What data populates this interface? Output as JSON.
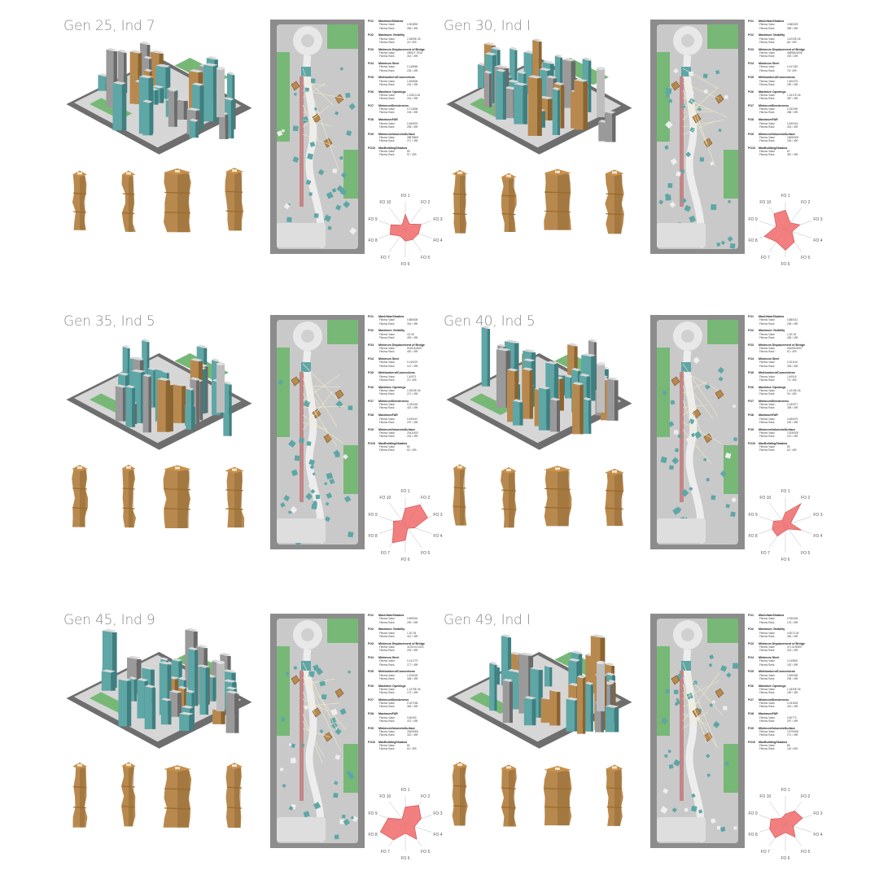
{
  "panels": [
    {
      "title": "Gen 25, Ind 7",
      "fitness": [
        {
          "id": "FO1",
          "name": "MaximumShadow",
          "value": "0.903893",
          "rank": "265 / 499"
        },
        {
          "id": "FO2",
          "name": "Maximum Visibility",
          "value": "2.2890E-06",
          "rank": "24 / 499"
        },
        {
          "id": "FO3",
          "name": "Minimum Displacement of Bridge",
          "value": "499627.7E06",
          "rank": "302 / 499"
        },
        {
          "id": "FO4",
          "name": "Minimum Steel",
          "value": "0.148965",
          "rank": "233 / 499"
        },
        {
          "id": "FO5",
          "name": "MinNumberofConnections",
          "value": "1.605606",
          "rank": "204 / 499"
        },
        {
          "id": "FO6",
          "name": "Maximize Openings",
          "value": "1.22813-06",
          "rank": "216 / 499"
        },
        {
          "id": "FO7",
          "name": "MinimumSlenderness",
          "value": "0.714836",
          "rank": "153 / 499"
        },
        {
          "id": "FO8",
          "name": "MaximumFAR",
          "value": "0.450876",
          "rank": "295 / 499"
        },
        {
          "id": "FO9",
          "name": "MinimumVolumetoSurface",
          "value": "28878800",
          "rank": "271 / 499"
        },
        {
          "id": "FO10",
          "name": "MaxBuildingShadow",
          "value": "69",
          "rank": "97 / 499"
        }
      ],
      "radar": [
        0.55,
        0.25,
        0.6,
        0.5,
        0.45,
        0.42,
        0.3,
        0.58,
        0.55,
        0.2
      ]
    },
    {
      "title": "Gen 30, Ind I",
      "fitness": [
        {
          "id": "FO1",
          "name": "MaxUrbanShadow",
          "value": "0.880029",
          "rank": "389 / 499"
        },
        {
          "id": "FO2",
          "name": "Maximum Visibility",
          "value": "3.4229E-06",
          "rank": "66 / 499"
        },
        {
          "id": "FO3",
          "name": "Minimum Displacement of Bridge",
          "value": "468556.6095",
          "rank": "292 / 499"
        },
        {
          "id": "FO4",
          "name": "Minimum Steel",
          "value": "0.147262",
          "rank": "78 / 499"
        },
        {
          "id": "FO5",
          "name": "MinNumberofConnections",
          "value": "1.600276",
          "rank": "290 / 499"
        },
        {
          "id": "FO6",
          "name": "Maximize Openings",
          "value": "1.1617E-06",
          "rank": "387 / 499"
        },
        {
          "id": "FO7",
          "name": "MinimumSlenderness",
          "value": "0.332390",
          "rank": "288 / 499"
        },
        {
          "id": "FO8",
          "name": "MaximumFAR",
          "value": "0.490024",
          "rank": "403 / 499"
        },
        {
          "id": "FO9",
          "name": "MinimumVolumetoSurface",
          "value": "16590000",
          "rank": "163 / 499"
        },
        {
          "id": "FO10",
          "name": "MaxBuildingShadow",
          "value": "87",
          "rank": "387 / 499"
        }
      ],
      "radar": [
        0.7,
        0.3,
        0.55,
        0.25,
        0.55,
        0.75,
        0.55,
        0.8,
        0.35,
        0.7
      ]
    },
    {
      "title": "Gen 35, Ind 5",
      "fitness": [
        {
          "id": "FO1",
          "name": "MaxUrbanShadow",
          "value": "0.880605",
          "rank": "316 / 499"
        },
        {
          "id": "FO2",
          "name": "Maximum Visibility",
          "value": "1E-05",
          "rank": "490 / 499"
        },
        {
          "id": "FO3",
          "name": "Minimum Displacement of Bridge",
          "value": "513516.6557",
          "rank": "490 / 499"
        },
        {
          "id": "FO4",
          "name": "Minimum Steel",
          "value": "0.145222",
          "rank": "147 / 499"
        },
        {
          "id": "FO5",
          "name": "MinNumberofConnections",
          "value": "1.40971",
          "rank": "22 / 499"
        },
        {
          "id": "FO6",
          "name": "Maximize Openings",
          "value": "1.0920E-06",
          "rank": "271 / 499"
        },
        {
          "id": "FO7",
          "name": "MinimumSlenderness",
          "value": "0.320049",
          "rank": "415 / 499"
        },
        {
          "id": "FO8",
          "name": "MaximumFAR",
          "value": "0.490047",
          "rank": "237 / 499"
        },
        {
          "id": "FO9",
          "name": "MinimumVolumetoSurface",
          "value": "20411400",
          "rank": "216 / 499"
        },
        {
          "id": "FO10",
          "name": "MaxBuildingShadow",
          "value": "83",
          "rank": "62 / 499"
        }
      ],
      "radar": [
        0.6,
        0.9,
        0.85,
        0.35,
        0.15,
        0.55,
        0.8,
        0.45,
        0.45,
        0.2
      ]
    },
    {
      "title": "Gen 40, Ind 5",
      "fitness": [
        {
          "id": "FO1",
          "name": "MaxUrbanShadow",
          "value": "0.880012",
          "rank": "236 / 499"
        },
        {
          "id": "FO2",
          "name": "Maximum Visibility",
          "value": "1.0E-05",
          "rank": "495 / 499"
        },
        {
          "id": "FO3",
          "name": "Minimum Displacement of Bridge",
          "value": "534055.6957",
          "rank": "91 / 499"
        },
        {
          "id": "FO4",
          "name": "Minimum Steel",
          "value": "0.151116",
          "rank": "305 / 499"
        },
        {
          "id": "FO5",
          "name": "MinNumberofConnections",
          "value": "1.40915",
          "rank": "73 / 499"
        },
        {
          "id": "FO6",
          "name": "Maximize Openings",
          "value": "1.1913E-06",
          "rank": "93 / 499"
        },
        {
          "id": "FO7",
          "name": "MinimumSlenderness",
          "value": "0.330977",
          "rank": "258 / 499"
        },
        {
          "id": "FO8",
          "name": "MaximumFAR",
          "value": "0.480679",
          "rank": "252 / 499"
        },
        {
          "id": "FO9",
          "name": "MinimumVolumetoSurface",
          "value": "17830000",
          "rank": "221 / 499"
        },
        {
          "id": "FO10",
          "name": "MaxBuildingShadow",
          "value": "83",
          "rank": "62 / 499"
        }
      ],
      "radar": [
        0.45,
        0.95,
        0.2,
        0.6,
        0.18,
        0.2,
        0.5,
        0.5,
        0.45,
        0.2
      ]
    },
    {
      "title": "Gen 45, Ind 9",
      "fitness": [
        {
          "id": "FO1",
          "name": "MaxUrbanShadow",
          "value": "0.899924",
          "rank": "290 / 499"
        },
        {
          "id": "FO2",
          "name": "Maximum Visibility",
          "value": "1.1E-05",
          "rank": "412 / 499"
        },
        {
          "id": "FO3",
          "name": "Minimum Displacement of Bridge",
          "value": "347814.01415",
          "rank": "292 / 499"
        },
        {
          "id": "FO4",
          "name": "Minimum Steel",
          "value": "0.141773",
          "rank": "177 / 499"
        },
        {
          "id": "FO5",
          "name": "MinNumberofConnections",
          "value": "1.515226",
          "rank": "348 / 499"
        },
        {
          "id": "FO6",
          "name": "Maximize Openings",
          "value": "1.1375E-06",
          "rank": "172 / 499"
        },
        {
          "id": "FO7",
          "name": "MinimumSlenderness",
          "value": "0.327155",
          "rank": "365 / 499"
        },
        {
          "id": "FO8",
          "name": "MaximumFAR",
          "value": "0.50453",
          "rank": "472 / 499"
        },
        {
          "id": "FO9",
          "name": "MinimumVolumetoSurface",
          "value": "25205300",
          "rank": "322 / 499"
        },
        {
          "id": "FO10",
          "name": "MaxBuildingShadow",
          "value": "82",
          "rank": "62 / 499"
        }
      ],
      "radar": [
        0.6,
        0.82,
        0.6,
        0.35,
        0.7,
        0.35,
        0.73,
        0.95,
        0.65,
        0.2
      ]
    },
    {
      "title": "Gen 49, Ind I",
      "fitness": [
        {
          "id": "FO1",
          "name": "MaxUrbanShadow",
          "value": "0.930006",
          "rank": "176 / 499"
        },
        {
          "id": "FO2",
          "name": "Maximum Visibility",
          "value": "4.5072-06",
          "rank": "284 / 499"
        },
        {
          "id": "FO3",
          "name": "Minimum Displacement of Bridge",
          "value": "471.6190897",
          "rank": "323 / 499"
        },
        {
          "id": "FO4",
          "name": "Minimum Steel",
          "value": "0.145802",
          "rank": "152 / 499"
        },
        {
          "id": "FO5",
          "name": "MinNumberofConnections",
          "value": "1.509406",
          "rank": "296 / 499"
        },
        {
          "id": "FO6",
          "name": "Maximize Openings",
          "value": "1.1826E-06",
          "rank": "159 / 499"
        },
        {
          "id": "FO7",
          "name": "MinimumSlenderness",
          "value": "0.331525",
          "rank": "316 / 499"
        },
        {
          "id": "FO8",
          "name": "MaximumFAR",
          "value": "0.50773",
          "rank": "297 / 499"
        },
        {
          "id": "FO9",
          "name": "MinimumVolumetoSurface",
          "value": "19700000",
          "rank": "271 / 499"
        },
        {
          "id": "FO10",
          "name": "MaxBuildingShadow",
          "value": "86",
          "rank": "118 / 499"
        }
      ],
      "radar": [
        0.35,
        0.57,
        0.65,
        0.3,
        0.6,
        0.32,
        0.63,
        0.6,
        0.55,
        0.24
      ]
    }
  ],
  "labels": {
    "fitness_value": "Fitness Value",
    "fitness_rank": "Fitness Rank"
  },
  "radar_axes": [
    "FO 1",
    "FO 2",
    "FO 3",
    "FO 4",
    "FO 5",
    "FO 6",
    "FO 7",
    "FO 8",
    "FO 9",
    "FO 10"
  ],
  "colors": {
    "tower": "#b8894f",
    "tower_dark": "#8a6431",
    "teal": "#5fa6a6",
    "grey": "#8a8a8a",
    "green": "#77b877",
    "radar": "#f06a6a"
  }
}
